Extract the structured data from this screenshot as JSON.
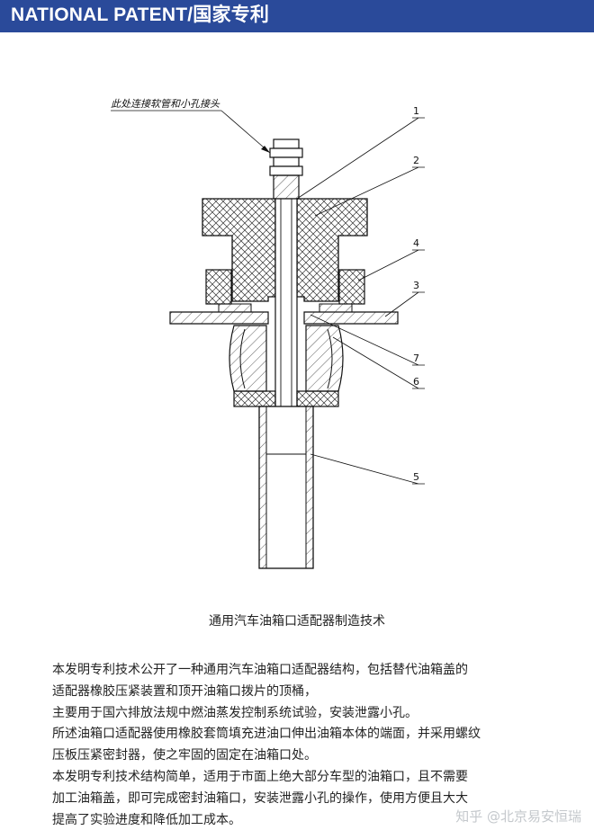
{
  "header": {
    "title": "NATIONAL PATENT/国家专利"
  },
  "figure": {
    "annotation": "此处连接软管和小孔接头",
    "callouts": [
      "1",
      "2",
      "4",
      "3",
      "7",
      "6",
      "5"
    ]
  },
  "caption": "通用汽车油箱口适配器制造技术",
  "paragraphs": [
    "本发明专利技术公开了一种通用汽车油箱口适配器结构，包括替代油箱盖的",
    "适配器橡胶压紧装置和顶开油箱口拨片的顶桶，",
    "主要用于国六排放法规中燃油蒸发控制系统试验，安装泄露小孔。",
    "所述油箱口适配器使用橡胶套筒填充进油口伸出油箱本体的端面，并采用螺纹",
    "压板压紧密封器，使之牢固的固定在油箱口处。",
    "本发明专利技术结构简单，适用于市面上绝大部分车型的油箱口，且不需要",
    "加工油箱盖，即可完成密封油箱口，安装泄露小孔的操作，使用方便且大大",
    "提高了实验进度和降低加工成本。"
  ],
  "watermark": "知乎 @北京易安恒瑞",
  "colors": {
    "banner": "#2a4a9a",
    "line": "#111111"
  }
}
